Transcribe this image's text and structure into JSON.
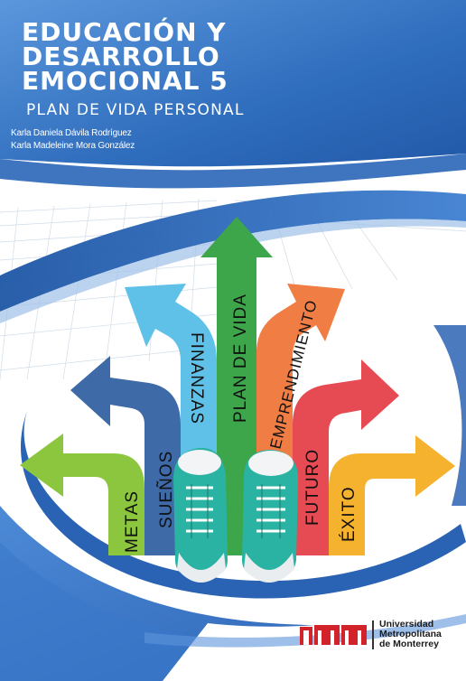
{
  "cover": {
    "title_lines": [
      "EDUCACIÓN Y",
      "DESARROLLO",
      "EMOCIONAL 5"
    ],
    "subtitle": "PLAN DE VIDA PERSONAL",
    "authors": [
      "Karla Daniela Dávila Rodríguez",
      "Karla Madeleine Mora González"
    ]
  },
  "arrows": {
    "labels": [
      "METAS",
      "SUEÑOS",
      "FINANZAS",
      "PLAN DE VIDA",
      "EMPRENDIMIENTO",
      "FUTURO",
      "ÉXITO"
    ]
  },
  "publisher": {
    "logo_lines": [
      "Universidad",
      "Metropolitana",
      "de Monterrey"
    ]
  },
  "colors": {
    "header_blue": "#2f6dbd",
    "arrow_green_light": "#8cc63f",
    "arrow_navy": "#3e6aa8",
    "arrow_sky": "#5fc0e8",
    "arrow_green": "#3ea64a",
    "arrow_orange": "#ef7d44",
    "arrow_red": "#e64b53",
    "arrow_yellow": "#f5b22e",
    "logo_red": "#d2232a"
  }
}
